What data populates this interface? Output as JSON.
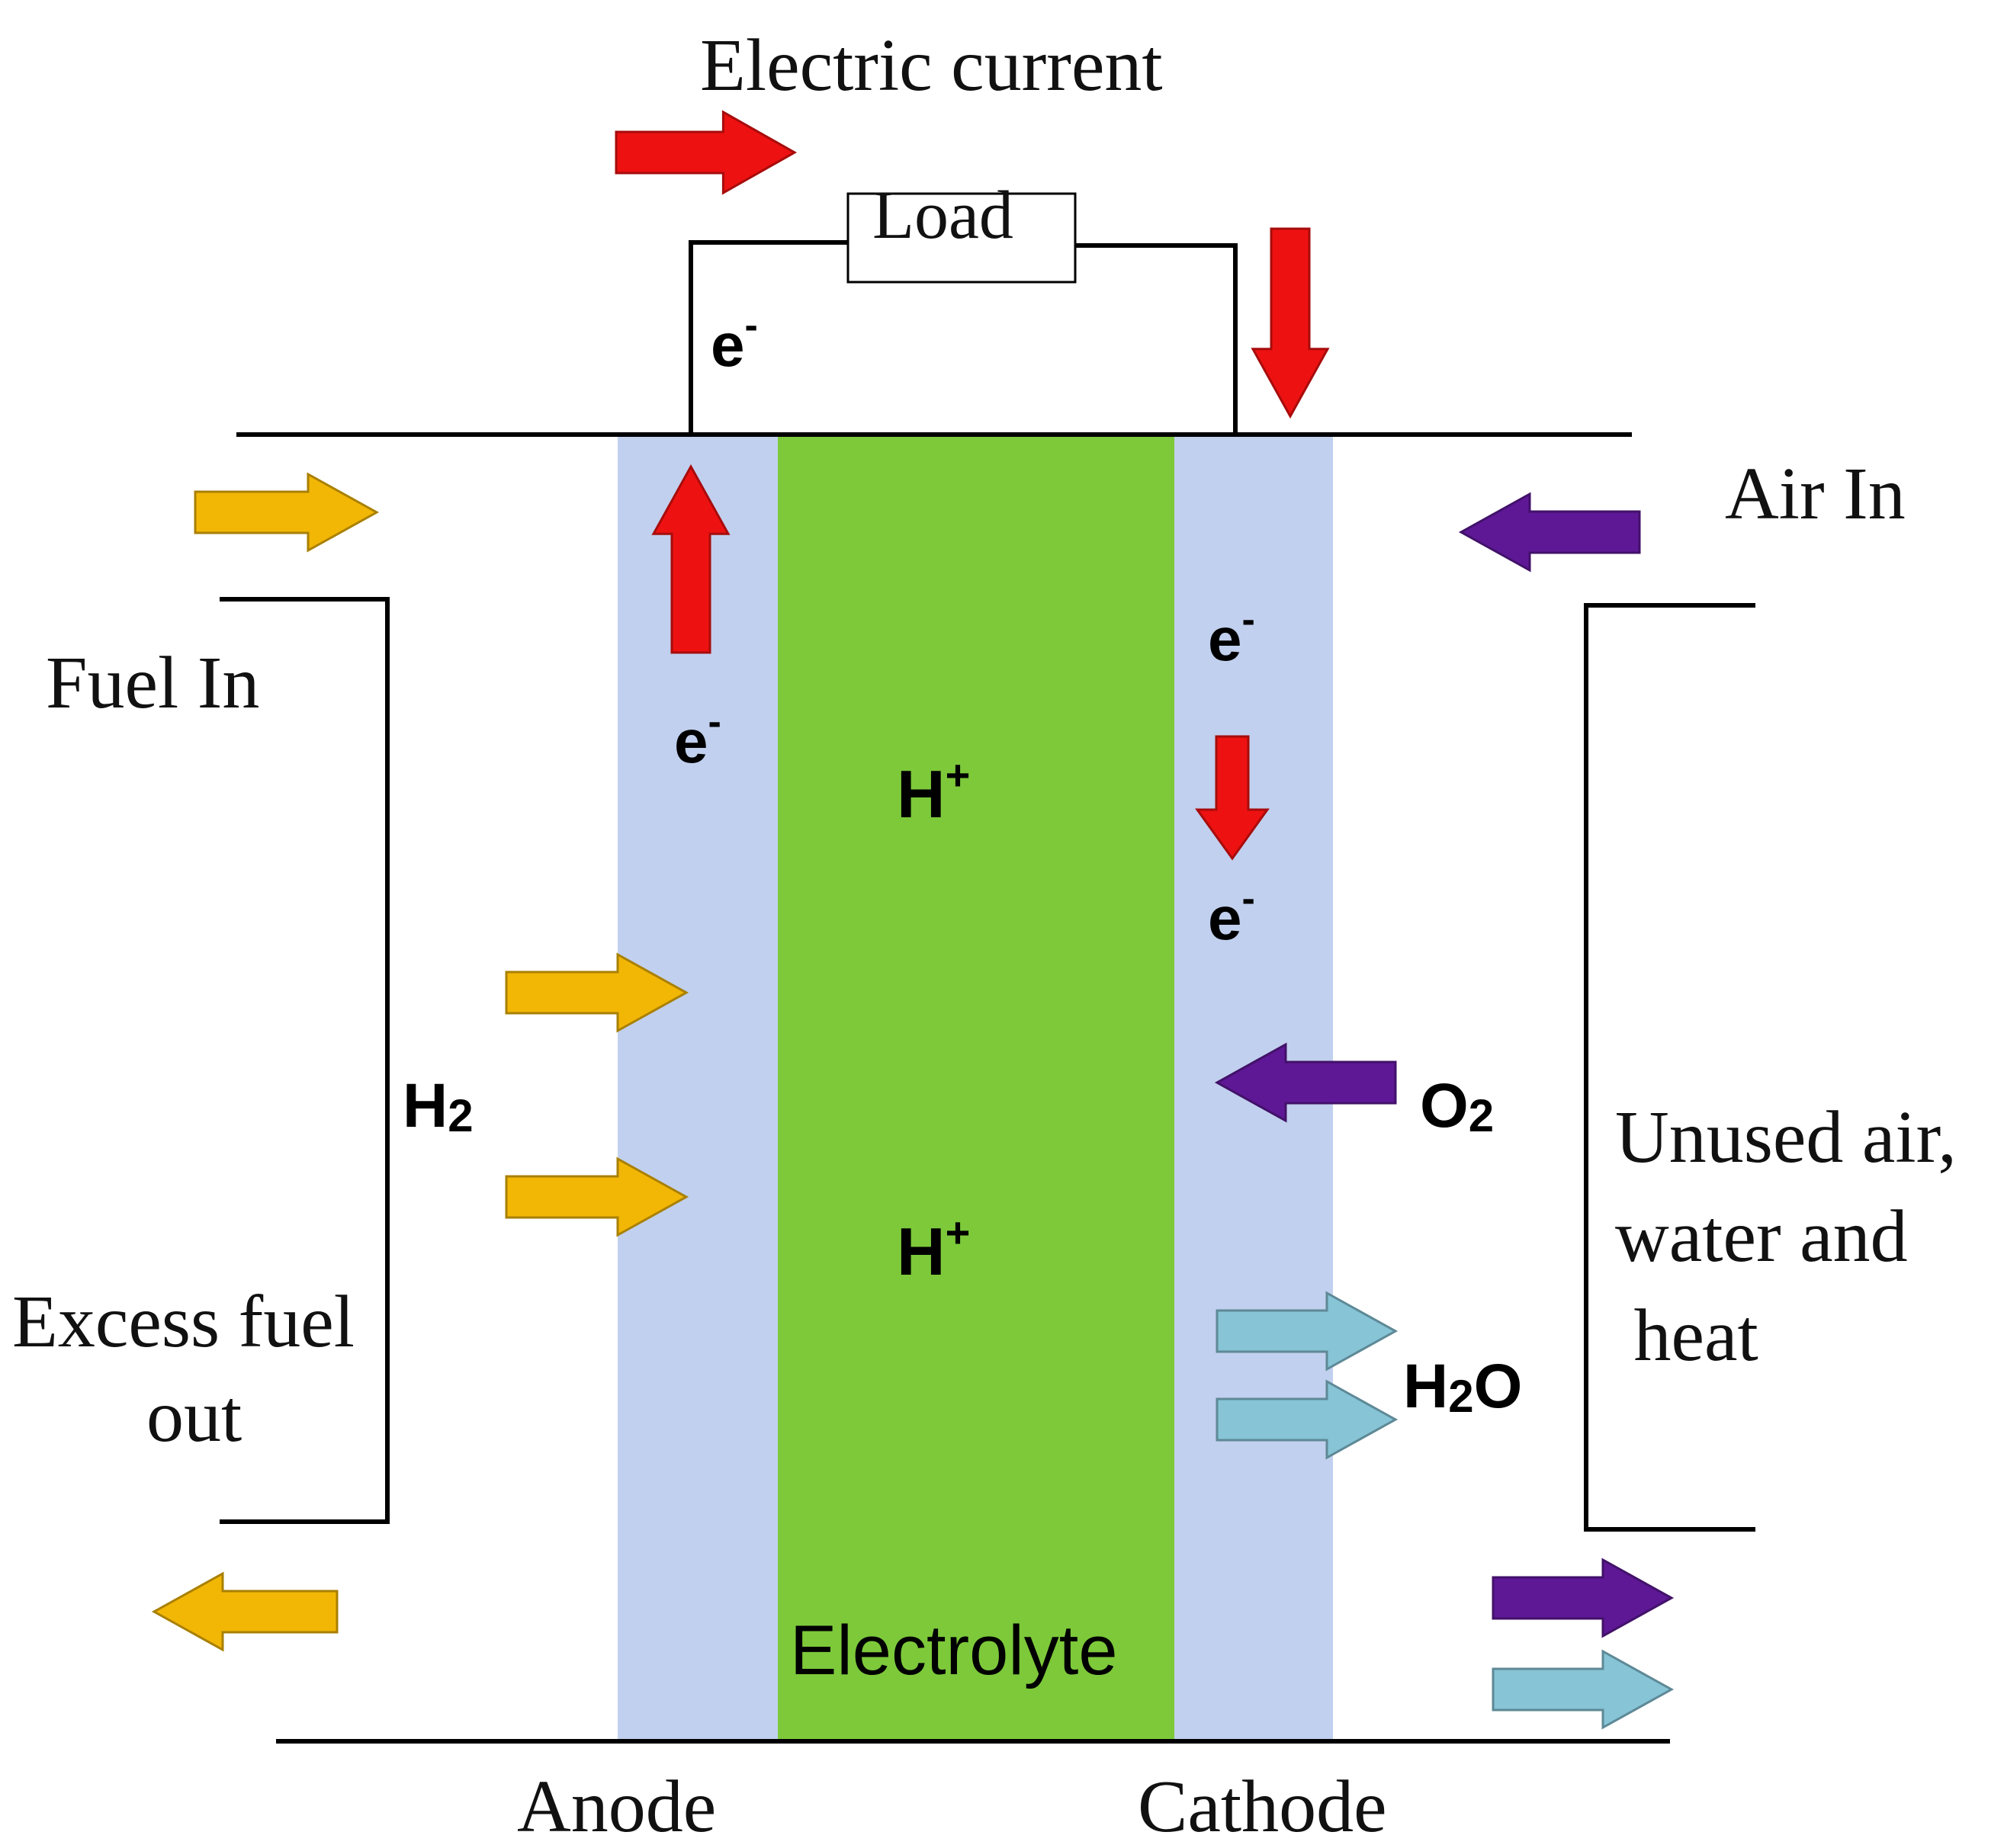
{
  "labels": {
    "electric_current": "Electric current",
    "load": "Load",
    "electron": "e",
    "electron_charge": "-",
    "air_in": "Air In",
    "fuel_in": "Fuel In",
    "proton": "H",
    "proton_charge": "+",
    "h2_main": "H",
    "h2_sub": "2",
    "o2_main": "O",
    "o2_sub": "2",
    "h2o_h": "H",
    "h2o_sub": "2",
    "h2o_o": "O",
    "unused_line1": "Unused air,",
    "unused_line2": "water and",
    "unused_line3": " heat",
    "excess_line1": "Excess fuel",
    "excess_line2": "out",
    "electrolyte": "Electrolyte",
    "anode": "Anode",
    "cathode": "Cathode"
  },
  "colors": {
    "electrode": "#c1d0ee",
    "electrolyte": "#7dc93a",
    "electron_arrow": "#ee1111",
    "fuel_arrow": "#f2b705",
    "air_arrow": "#5e1896",
    "water_arrow": "#86c4d6",
    "outline": "#000000"
  }
}
